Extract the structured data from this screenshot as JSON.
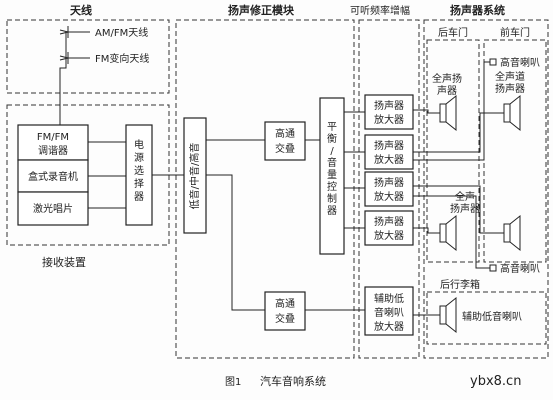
{
  "sections": {
    "antenna": "天线",
    "speaker_module": "扬声修正模块",
    "amplifier": "可听频率增幅",
    "speaker_system": "扬声器系统",
    "receiver": "接收装置"
  },
  "antennas": {
    "am_fm": "AM/FM天线",
    "fm_diversity": "FM变向天线"
  },
  "sources": {
    "tuner_l1": "FM/FM",
    "tuner_l2": "调谐器",
    "cassette": "盒式录音机",
    "cd": "激光唱片"
  },
  "selector": [
    "电",
    "源",
    "选",
    "择",
    "器"
  ],
  "band_split": "低音/中音/高音",
  "crossover_top": [
    "高通",
    "交叠"
  ],
  "crossover_bottom": [
    "高通",
    "交叠"
  ],
  "balance": [
    "平",
    "衡",
    "/",
    "音",
    "量",
    "控",
    "制",
    "器"
  ],
  "amps": [
    [
      "扬声器",
      "放大器"
    ],
    [
      "扬声器",
      "放大器"
    ],
    [
      "扬声器",
      "放大器"
    ],
    [
      "扬声器",
      "放大器"
    ]
  ],
  "sub_amp": [
    "辅助低",
    "音喇叭",
    "放大器"
  ],
  "doors": {
    "rear": "后车门",
    "front": "前车门"
  },
  "speaker_labels": {
    "full_l1": "全声扬",
    "full_l2": "声器",
    "full_ch_l1": "全声道",
    "full_ch_l2": "扬声器",
    "tweeter_top": "高音喇叭",
    "full_mid_l1": "全声",
    "full_mid_l2": "扬声器",
    "tweeter_bottom": "高音喇叭",
    "trunk": "后行李箱",
    "subwoofer": "辅助低音喇叭"
  },
  "caption": {
    "figure": "图1",
    "title": "汽车音响系统"
  },
  "watermark": "ybx8.cn"
}
